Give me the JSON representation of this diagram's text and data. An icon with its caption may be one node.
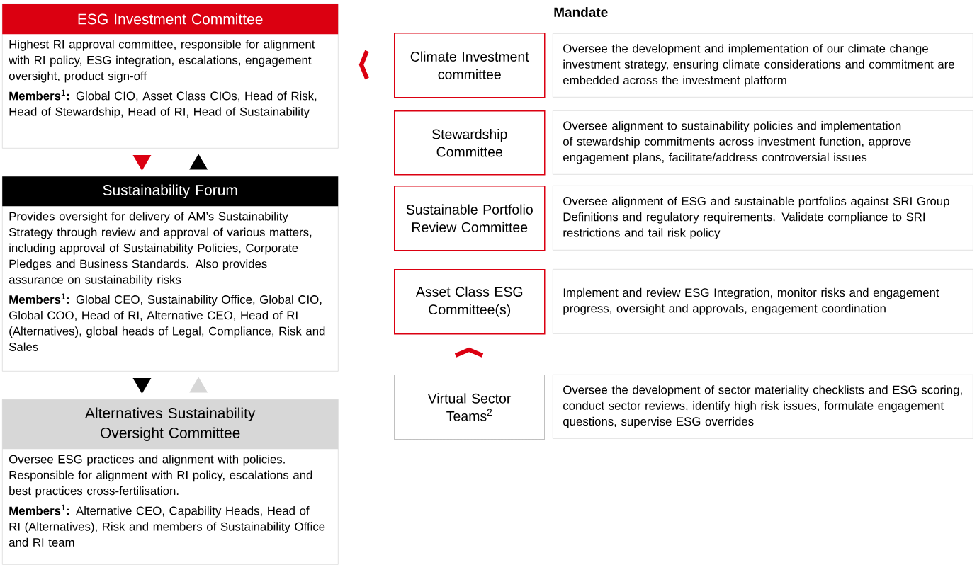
{
  "diagram": {
    "nodes": [
      {
        "text": [
          "ESG Investment Committee",
          "Highest RI approval committee, responsible for alignment with RI policy, ESG integration, escalations, engagement oversight, product sign-off",
          "**Members**$^{1}$**:** Global CIO, Asset Class CIOs, Head of Risk, Head of Stewardship, Head of RI, Head of Sustainability"
        ]
      },
      {
        "text": [
          "Sustainability Forum",
          "Provides oversight for delivery of AM’s Sustainability Strategy through review and approval of various matters, including approval of Sustainability Policies, Corporate Pledges and Business Standards. Also provides assurance on sustainability risks",
          "**Members**$^{1}$**:** Global CEO, Sustainability Office, Global CIO, Global COO, Head of RI, Alternative CEO, Head of RI (Alternatives), global heads of Legal, Compliance, Risk and Sales"
        ]
      },
      {
        "text": [
          "Alternatives Sustainability Oversight Committee",
          "Oversee ESG practices and alignment with policies. Responsible for alignment with RI policy, escalations and best practices cross-fertilisation.",
          "**Members**$^{1}$**:** Alternative CEO, Capability Heads, Head of RI (Alternatives), Risk and members of Sustainability Office and RI team"
        ]
      },
      {
        "text": [
          "Climate Investment committee"
        ]
      },
      {
        "text": [
          "Oversee the development and implementation of our climate change investment strategy, ensuring climate considerations and commitment are embedded across the investment platform"
        ]
      },
      {
        "text": [
          "Stewardship Committee"
        ]
      },
      {
        "text": [
          "Oversee alignment to sustainability policies and implementation of stewardship commitments across investment function, approve engagement plans, facilitate/address controversial issues"
        ]
      },
      {
        "text": [
          "Sustainable Portfolio Review Committee"
        ]
      },
      {
        "text": [
          "Oversee alignment of ESG and sustainable portfolios against SRI Group Definitions and regulatory requirements. Validate compliance to SRI restrictions and tail risk policy"
        ]
      },
      {
        "text": [
          "Asset Class ESG Committee(s)"
        ]
      },
      {
        "text": [
          "Implement and review ESG Integration, monitor risks and engagement progress, oversight and approvals, engagement coordination"
        ]
      },
      {
        "text": [
          "Virtual Sector Teams$^{2}$"
        ]
      },
      {
        "text": [
          "Oversee the development of sector materiality checklists and ESG scoring, conduct sector reviews, identify high risk issues, formulate engagement questions, supervise ESG overrides"
        ]
      }
    ],
    "edges": [
      {
        "from": 0,
        "to": 1,
        "arrow": "to"
      },
      {
        "from": 1,
        "to": 0,
        "arrow": "to",
        "color": "#000000"
      },
      {
        "from": 1,
        "to": 2,
        "arrow": "to",
        "color": "#000000"
      },
      {
        "from": 2,
        "to": 1,
        "arrow": "to",
        "color": "#d7d7d7"
      }
    ],
    "labels": [
      "Mandate"
    ]
  }
}
